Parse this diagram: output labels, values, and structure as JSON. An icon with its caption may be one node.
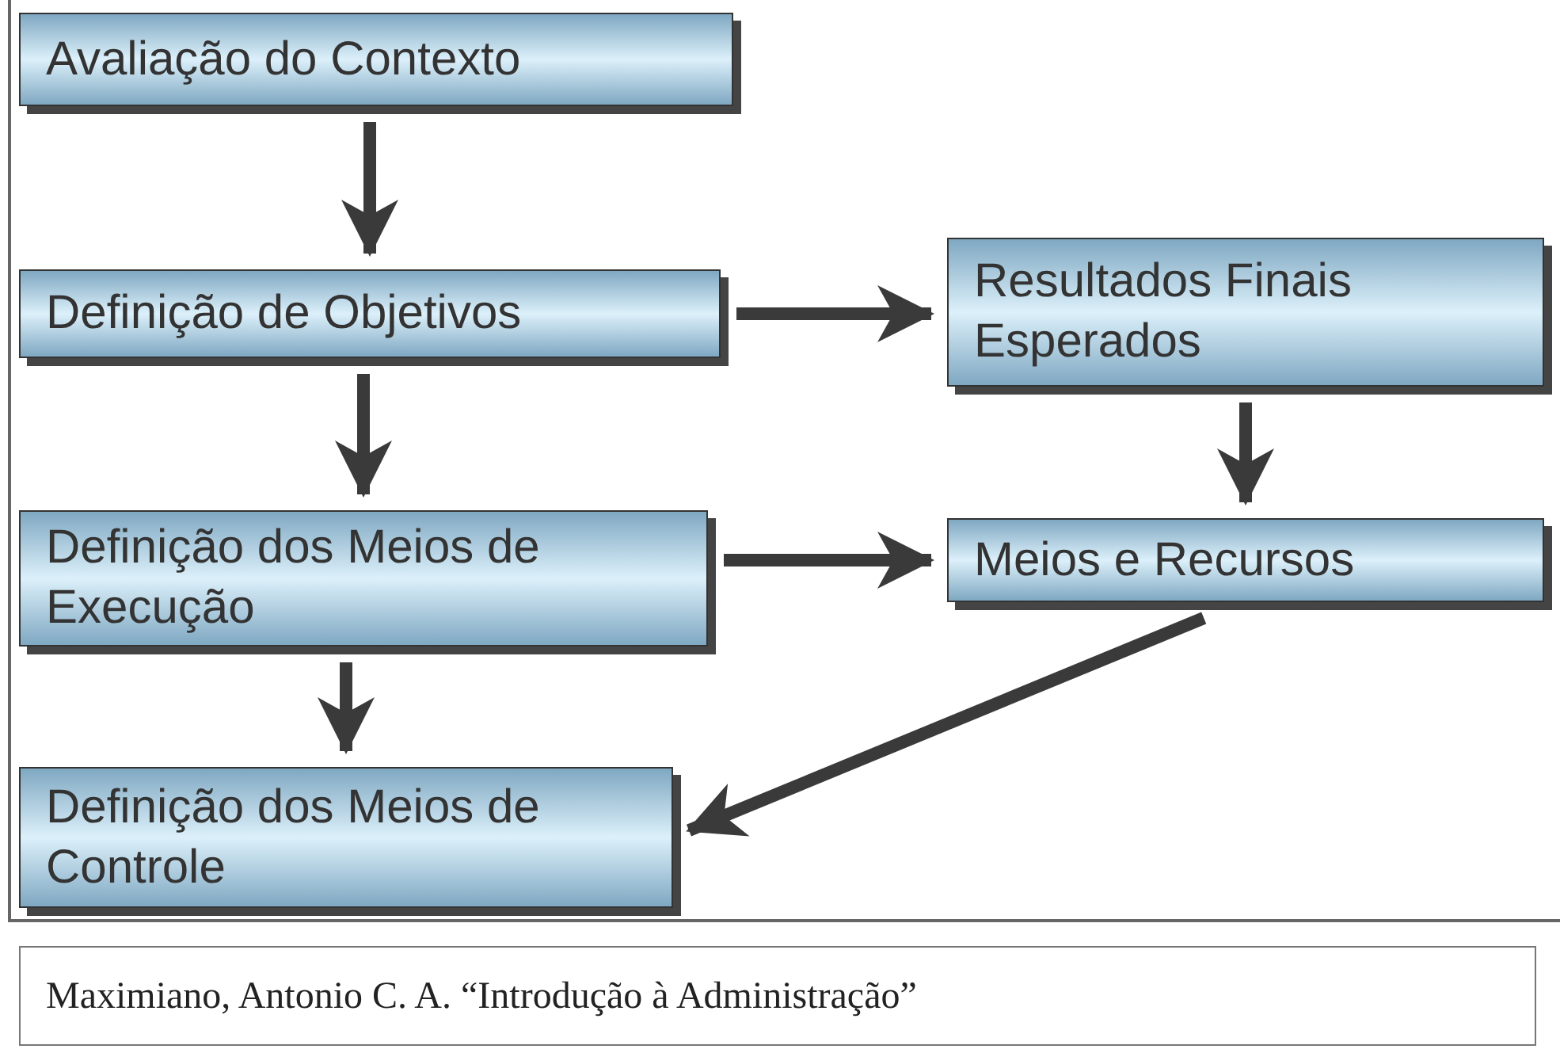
{
  "diagram": {
    "caption": "Maximiano, Antonio C. A. “Introdução à Administração”",
    "nodes": [
      {
        "text": [
          "Avaliação do Contexto"
        ]
      },
      {
        "text": [
          "Definição de Objetivos"
        ]
      },
      {
        "text": [
          "Resultados Finais Esperados"
        ]
      },
      {
        "text": [
          "Definição dos Meios de Execução"
        ]
      },
      {
        "text": [
          "Meios e Recursos"
        ]
      },
      {
        "text": [
          "Definição dos Meios de Controle"
        ]
      }
    ],
    "edges": [
      {
        "from": 0,
        "to": 1,
        "arrow": "to"
      },
      {
        "from": 1,
        "to": 2,
        "arrow": "to"
      },
      {
        "from": 2,
        "to": 4,
        "arrow": "to"
      },
      {
        "from": 1,
        "to": 3,
        "arrow": "to"
      },
      {
        "from": 3,
        "to": 4,
        "arrow": "to"
      },
      {
        "from": 3,
        "to": 5,
        "arrow": "to"
      },
      {
        "from": 4,
        "to": 5,
        "arrow": "to"
      }
    ]
  }
}
